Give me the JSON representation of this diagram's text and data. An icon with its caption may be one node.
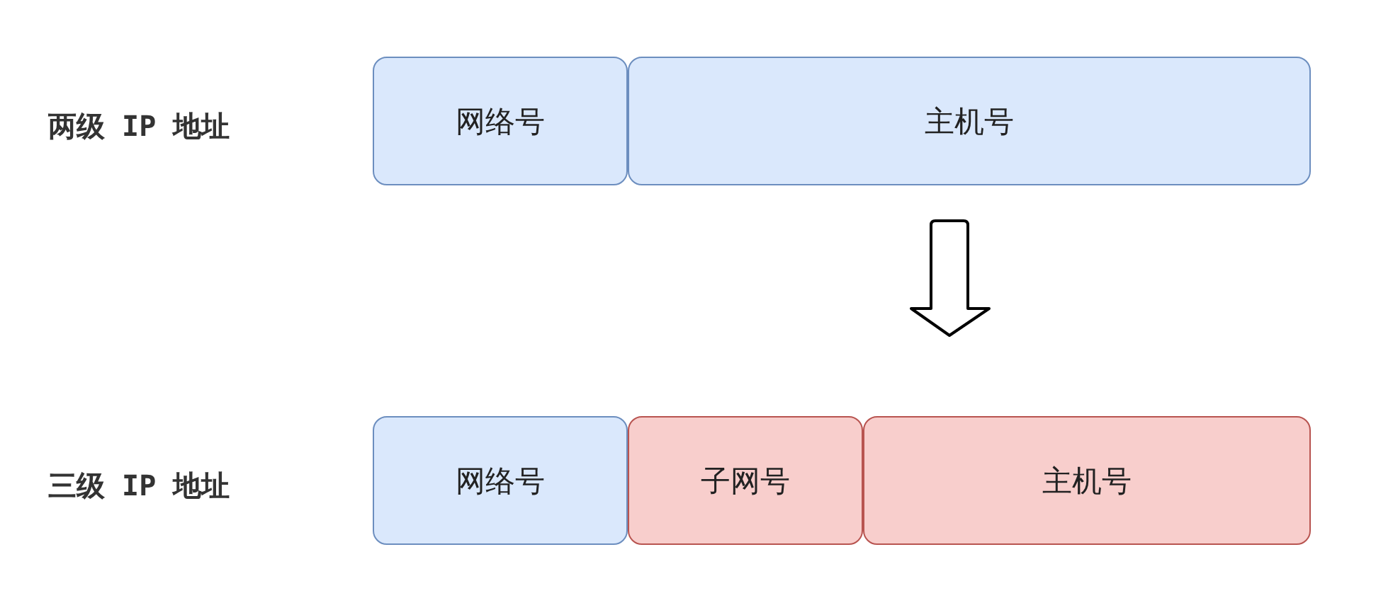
{
  "diagram": {
    "nodes": [
      {
        "text": [
          "网络号"
        ]
      },
      {
        "text": [
          "主机号"
        ]
      },
      {
        "text": [
          "网络号"
        ]
      },
      {
        "text": [
          "子网号"
        ]
      },
      {
        "text": [
          "主机号"
        ]
      }
    ],
    "labels": [
      "两级 IP 地址",
      "三级 IP 地址"
    ]
  }
}
